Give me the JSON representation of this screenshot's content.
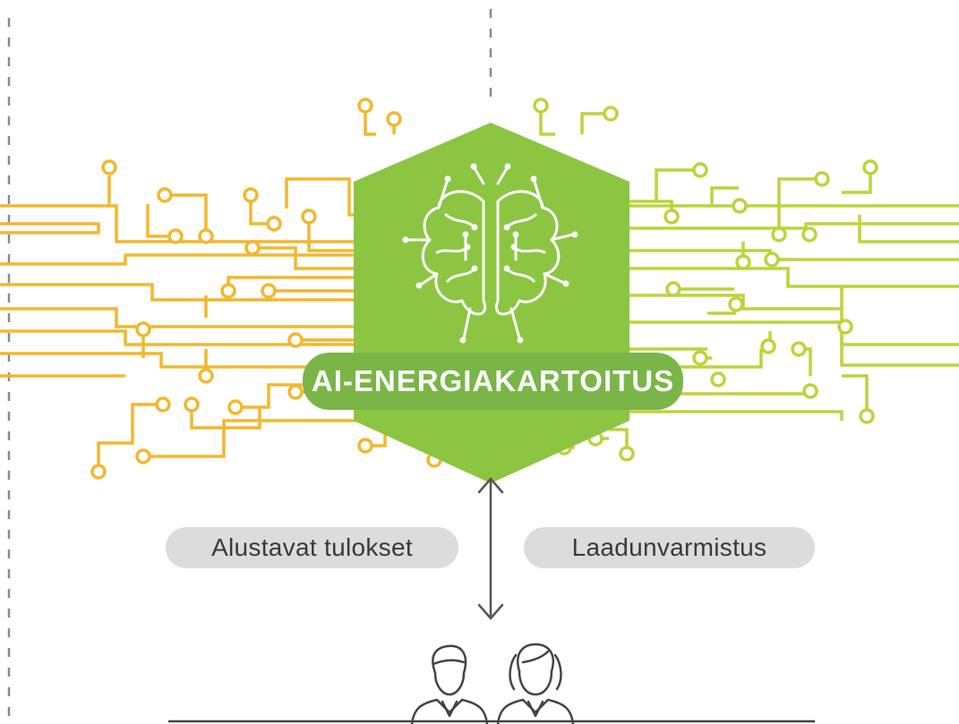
{
  "colors": {
    "yellow_circuit": "#f2b72e",
    "green_circuit": "#bcd43b",
    "hexagon": "#8cc542",
    "label_bg": "#7ab547",
    "pill_bg": "#dcdcdc",
    "pill_text": "#3a3a3a",
    "dashed_line": "#8a8a8a",
    "arrow": "#555555",
    "people_outline": "#444444"
  },
  "icons": {
    "brain": "brain-icon",
    "arrow": "double-arrow-icon",
    "people": "people-icon"
  },
  "center": {
    "label": "AI-ENERGIAKARTOITUS"
  },
  "pills": {
    "left": "Alustavat tulokset",
    "right": "Laadunvarmistus"
  }
}
